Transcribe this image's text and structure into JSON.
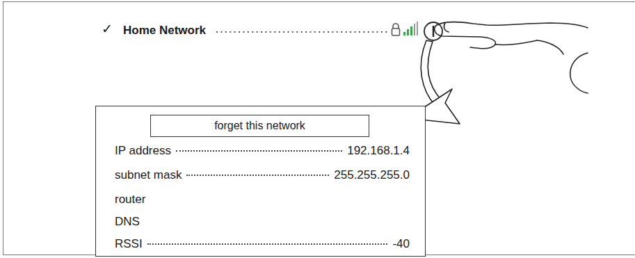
{
  "diagram": {
    "nodes": [
      {
        "text": [
          "IP address",
          "192.168.1.4",
          "subnet mask",
          "255.255.255.0",
          "router",
          "DNS",
          "RSSI",
          "-40"
        ]
      },
      {
        "text": [
          "forget this network"
        ],
        "in": 0
      }
    ],
    "labels": [
      "✓",
      "Home Network"
    ]
  }
}
